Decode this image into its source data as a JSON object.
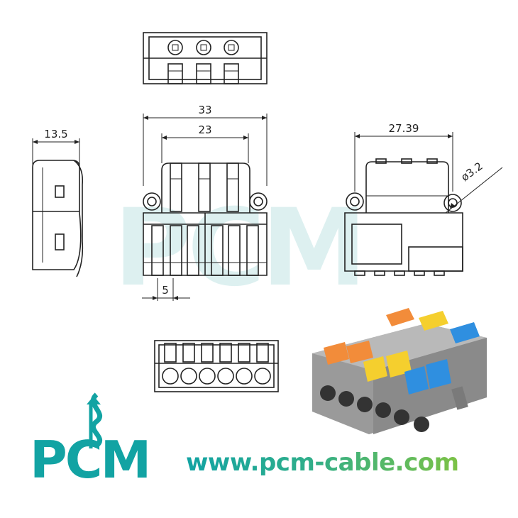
{
  "dimensions": {
    "depth": "13.5",
    "width_outer": "33",
    "width_inner": "23",
    "pitch": "5",
    "side_width": "27.39",
    "hole_diameter": "ø3.2"
  },
  "watermark": {
    "text": "PCM"
  },
  "brand": {
    "logo_text": "PCM",
    "url": "www.pcm-cable.com"
  },
  "colors": {
    "brand_teal": "#12a3a3",
    "brand_green": "#7cc245",
    "watermark": "#9fd6d6",
    "connector_body": "#9a9a9a",
    "lever_orange": "#f28c3a",
    "lever_yellow": "#f5cf2e",
    "lever_blue": "#2f8fe0"
  }
}
